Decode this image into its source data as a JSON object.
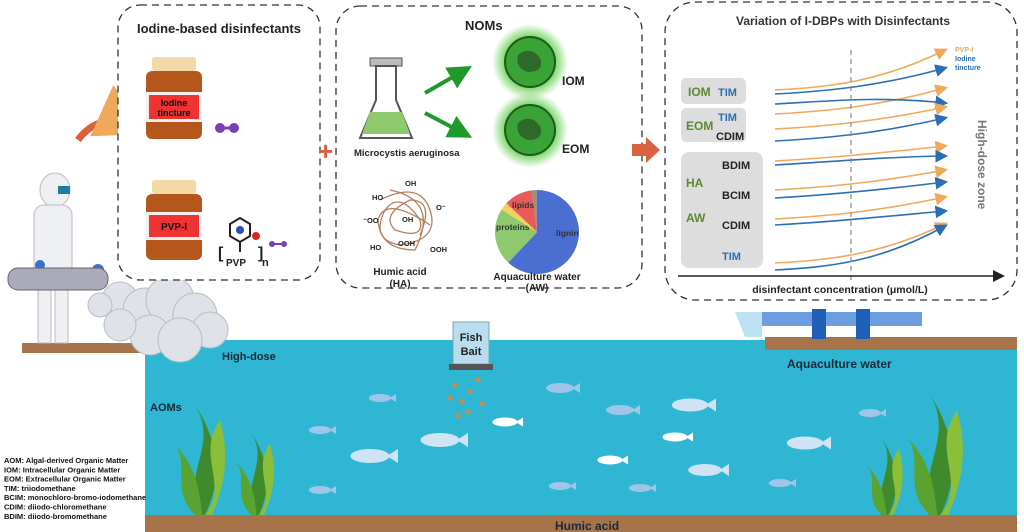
{
  "panel_disinfectants": {
    "title": "Iodine-based disinfectants",
    "bottle1_label": [
      "Iodine",
      "tincture"
    ],
    "bottle2_label": "PVP-I",
    "pvp_label": "PVP",
    "pvp_subscript": "n"
  },
  "panel_noms": {
    "title": "NOMs",
    "flask_label": "Microcystis aeruginosa",
    "iom": "IOM",
    "eom": "EOM",
    "ha_groups": [
      "HO",
      "OH",
      "O⁻",
      "⁻OO",
      "OH",
      "OOH",
      "HO",
      "OOH"
    ],
    "ha_label": [
      "Humic acid",
      "(HA)"
    ],
    "aw_label": [
      "Aquaculture water",
      "(AW)"
    ],
    "pie": {
      "slices": [
        {
          "label": "lignin",
          "value": 62,
          "color": "#4a6fd0"
        },
        {
          "label": "proteins",
          "value": 22,
          "color": "#8fc96d"
        },
        {
          "label": "",
          "value": 3,
          "color": "#f2d35a"
        },
        {
          "label": "lipids",
          "value": 11,
          "color": "#e85b5b"
        },
        {
          "label": "",
          "value": 2,
          "color": "#9a8f80"
        }
      ]
    }
  },
  "panel_variation": {
    "title": "Variation of I-DBPs with Disinfectants",
    "legend": {
      "pvpi": "PVP-I",
      "iodine": [
        "Iodine",
        "tincture"
      ]
    },
    "colors": {
      "pvpi": "#f0a95a",
      "iodine": "#2a6fb5",
      "group": "#5a8a2e"
    },
    "groups": [
      {
        "name": "IOM",
        "items": [
          "TIM"
        ]
      },
      {
        "name": "EOM",
        "items": [
          "TIM",
          "CDIM"
        ]
      },
      {
        "name": "HA",
        "items": [
          "BDIM",
          "BCIM"
        ]
      },
      {
        "name": "AW",
        "items": [
          "CDIM",
          "TIM"
        ]
      }
    ],
    "item_colors": [
      "blue",
      "blue",
      "black",
      "black",
      "black",
      "black",
      "blue"
    ],
    "zone_label": "High-dose zone",
    "x_axis_label": "disinfectant concentration  (μmol/L)"
  },
  "scene": {
    "high_dose": "High-dose",
    "aoms": "AOMs",
    "fish_bait": [
      "Fish",
      "Bait"
    ],
    "aquaculture_water": "Aquaculture water",
    "humic_acid": "Humic acid"
  },
  "glossary": [
    "AOM: Algal-derived Organic Matter",
    "IOM: Intracellular Organic Matter",
    "EOM: Extracellular Organic Matter",
    "TIM: triiodomethane",
    "BCIM: monochloro-bromo-iodomethane",
    "CDIM: diiodo-chloromethane",
    "BDIM: diiodo-bromomethane"
  ]
}
